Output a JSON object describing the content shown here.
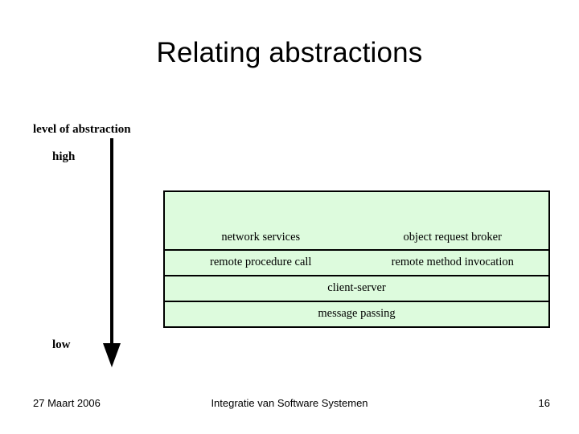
{
  "slide": {
    "title": "Relating abstractions",
    "page_number": "16"
  },
  "axis": {
    "caption": "level of abstraction",
    "high_label": "high",
    "low_label": "low",
    "arrow_direction": "down-arrow-icon"
  },
  "stack": {
    "fill_color": "#ddfbdd",
    "border_color": "#000000",
    "rows": [
      {
        "type": "split",
        "left": "network services",
        "right": "object request broker"
      },
      {
        "type": "split",
        "left": "remote procedure call",
        "right": "remote method invocation"
      },
      {
        "type": "full",
        "label": "client-server"
      },
      {
        "type": "full",
        "label": "message passing"
      }
    ]
  },
  "footer": {
    "date": "27 Maart 2006",
    "course": "Integratie van Software Systemen",
    "page": "16"
  }
}
